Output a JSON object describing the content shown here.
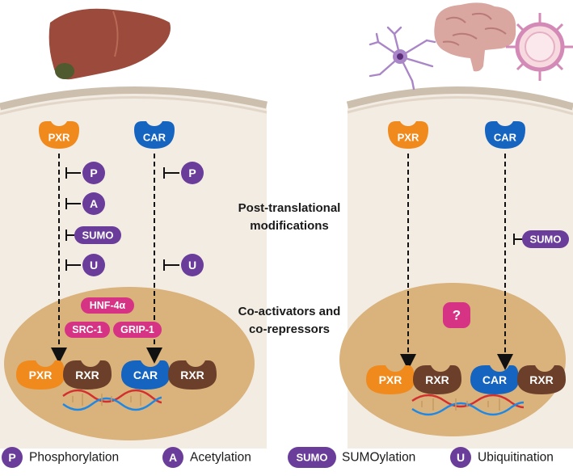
{
  "colors": {
    "pxr": "#f08a1c",
    "car": "#1565c0",
    "rxr": "#6b3f2a",
    "modification": "#6a3d9a",
    "coactivator": "#d63384",
    "nucleus": "#d9b27c",
    "cell": "#f3ece3",
    "membrane": "#cdbfae",
    "dna_red": "#d32f2f",
    "dna_blue": "#1e88e5"
  },
  "icons": [
    "liver-icon",
    "neuron-icon",
    "brain-icon",
    "blood-vessel-icon",
    "dna-icon"
  ],
  "left_panel": {
    "pxr_label": "PXR",
    "car_label": "CAR",
    "pxr_mods": [
      "P",
      "A",
      "SUMO",
      "U"
    ],
    "car_mods": [
      "P",
      "U"
    ],
    "coactivators": [
      "HNF-4α",
      "SRC-1",
      "GRIP-1"
    ],
    "dimer_pxr": "PXR",
    "dimer_rxr_1": "RXR",
    "dimer_car": "CAR",
    "dimer_rxr_2": "RXR"
  },
  "right_panel": {
    "pxr_label": "PXR",
    "car_label": "CAR",
    "car_mods": [
      "SUMO"
    ],
    "unknown": "?",
    "dimer_pxr": "PXR",
    "dimer_rxr_1": "RXR",
    "dimer_car": "CAR",
    "dimer_rxr_2": "RXR"
  },
  "middle": {
    "ptm_line1": "Post-translational",
    "ptm_line2": "modifications",
    "coact_line1": "Co-activators and",
    "coact_line2": "co-repressors"
  },
  "legend": [
    {
      "symbol": "P",
      "label": "Phosphorylation"
    },
    {
      "symbol": "A",
      "label": "Acetylation"
    },
    {
      "symbol": "SUMO",
      "label": "SUMOylation"
    },
    {
      "symbol": "U",
      "label": "Ubiquitination"
    }
  ]
}
